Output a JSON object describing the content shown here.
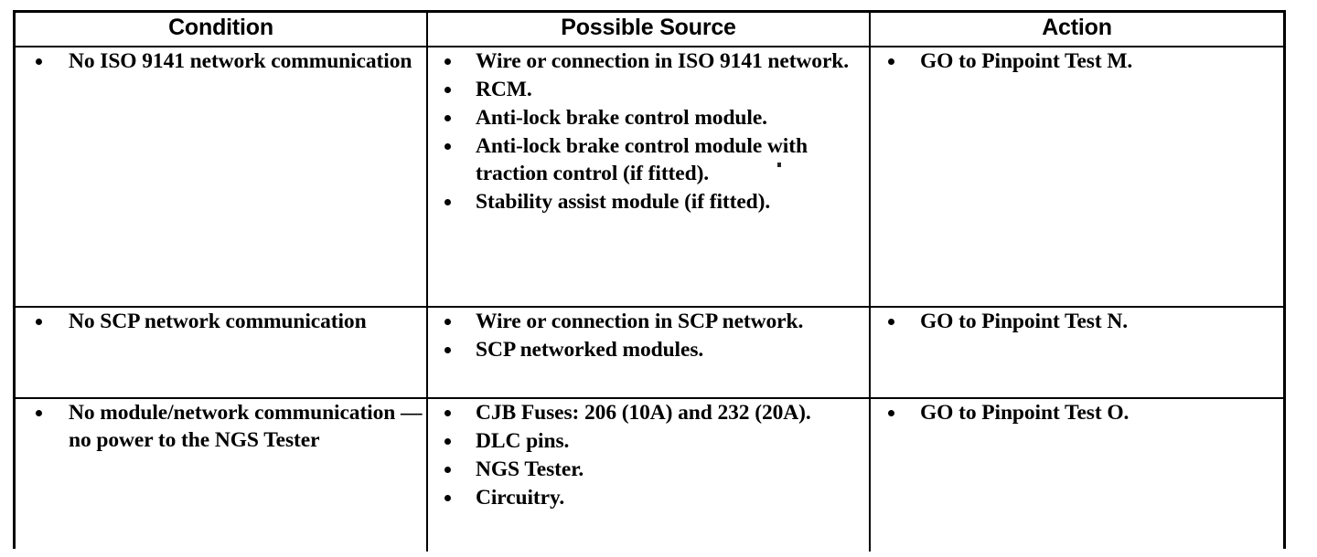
{
  "document": {
    "type": "diagnostic-table",
    "colors": {
      "text": "#000000",
      "background": "#ffffff",
      "border": "#000000"
    }
  },
  "table": {
    "columns": [
      {
        "key": "condition",
        "header": "Condition"
      },
      {
        "key": "possible_source",
        "header": "Possible Source"
      },
      {
        "key": "action",
        "header": "Action"
      }
    ],
    "rows": [
      {
        "condition": [
          "No ISO 9141 network communication"
        ],
        "possible_source": [
          "Wire or connection in ISO 9141 network.",
          "RCM.",
          "Anti-lock brake control module.",
          "Anti-lock brake control module with traction control (if fitted).",
          "Stability assist module (if fitted)."
        ],
        "action": [
          "GO to Pinpoint Test M."
        ]
      },
      {
        "condition": [
          "No SCP network communication"
        ],
        "possible_source": [
          "Wire or connection in SCP network.",
          "SCP networked modules."
        ],
        "action": [
          "GO to Pinpoint Test N."
        ]
      },
      {
        "condition": [
          "No module/network communication — no power to the NGS Tester"
        ],
        "possible_source": [
          "CJB Fuses: 206 (10A) and 232 (20A).",
          "DLC pins.",
          "NGS Tester.",
          "Circuitry."
        ],
        "action": [
          "GO to Pinpoint Test O."
        ]
      }
    ]
  }
}
